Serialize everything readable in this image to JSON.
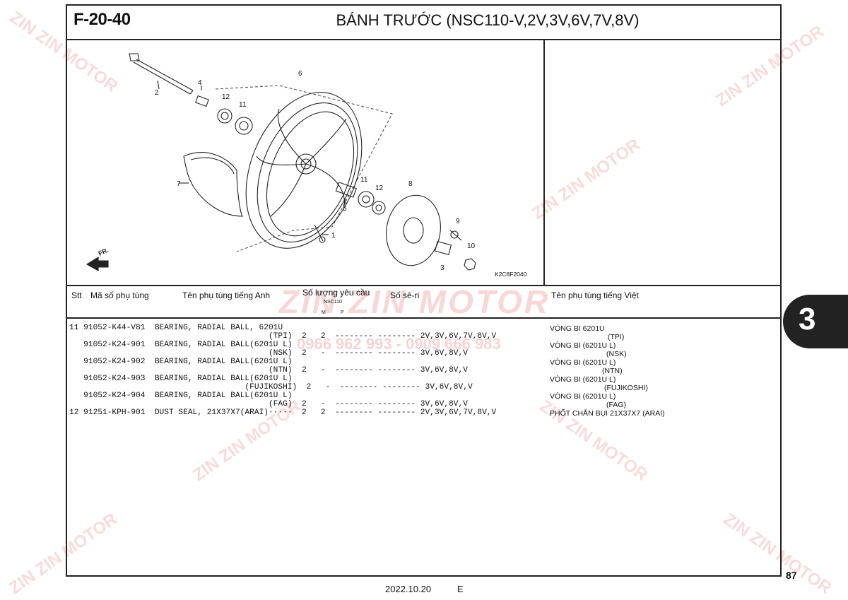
{
  "header": {
    "figure_code": "F-20-40",
    "title": "BÁNH TRƯỚC (NSC110-V,2V,3V,6V,7V,8V)"
  },
  "diagram": {
    "code": "K2C8F2040",
    "labels": [
      "1",
      "2",
      "3",
      "4",
      "5",
      "6",
      "7",
      "8",
      "9",
      "10",
      "11",
      "12",
      "11",
      "12"
    ],
    "fr_label": "FR."
  },
  "columns": {
    "stt": "Stt",
    "part_no": "Mã số phụ tùng",
    "name_en": "Tên phụ tùng tiếng Anh",
    "qty": "Số lượng yêu cầu",
    "qty_model": "NSC110",
    "qty_m": "M",
    "qty_p": "P",
    "serial": "Số sê-ri",
    "name_vn": "Tên phụ tùng tiếng Việt"
  },
  "rows": [
    {
      "line1": "11 91052-K44-V81  BEARING, RADIAL BALL, 6201U",
      "line2": "                                          (TPI)  2   2  -------- -------- 2V,3V,6V,7V,8V,V",
      "vn1": "VÒNG BI 6201U",
      "vn2": "(TPI)"
    },
    {
      "line1": "   91052-K24-901  BEARING, RADIAL BALL(6201U L)",
      "line2": "                                          (NSK)  2   -  -------- -------- 3V,6V,8V,V",
      "vn1": "VÒNG BI (6201U L)",
      "vn2": "(NSK)"
    },
    {
      "line1": "   91052-K24-902  BEARING, RADIAL BALL(6201U L)",
      "line2": "                                          (NTN)  2   -  -------- -------- 3V,6V,8V,V",
      "vn1": "VÒNG BI (6201U L)",
      "vn2": "(NTN)"
    },
    {
      "line1": "   91052-K24-903  BEARING, RADIAL BALL(6201U L)",
      "line2": "                                     (FUJIKOSHI)  2   -  -------- -------- 3V,6V,8V,V",
      "vn1": "VÒNG BI (6201U L)",
      "vn2": "(FUJIKOSHI)"
    },
    {
      "line1": "   91052-K24-904  BEARING, RADIAL BALL(6201U L)",
      "line2": "                                          (FAG)  2   -  -------- -------- 3V,6V,8V,V",
      "vn1": "VÒNG BI (6201U L)",
      "vn2": "(FAG)"
    },
    {
      "line1": "12 91251-KPH-901  DUST SEAL, 21X37X7(ARAI)·····  2   2  -------- -------- 2V,3V,6V,7V,8V,V",
      "line2": "",
      "vn1": "PHỐT CHẮN BỤI 21X37X7 (ARAI)",
      "vn2": ""
    }
  ],
  "section_tab": "3",
  "page_number": "87",
  "footer": {
    "date": "2022.10.20",
    "edition": "E"
  },
  "watermark": {
    "brand": "ZIN ZIN MOTOR",
    "phone": "0966 962 993 - 0909 666 983"
  }
}
